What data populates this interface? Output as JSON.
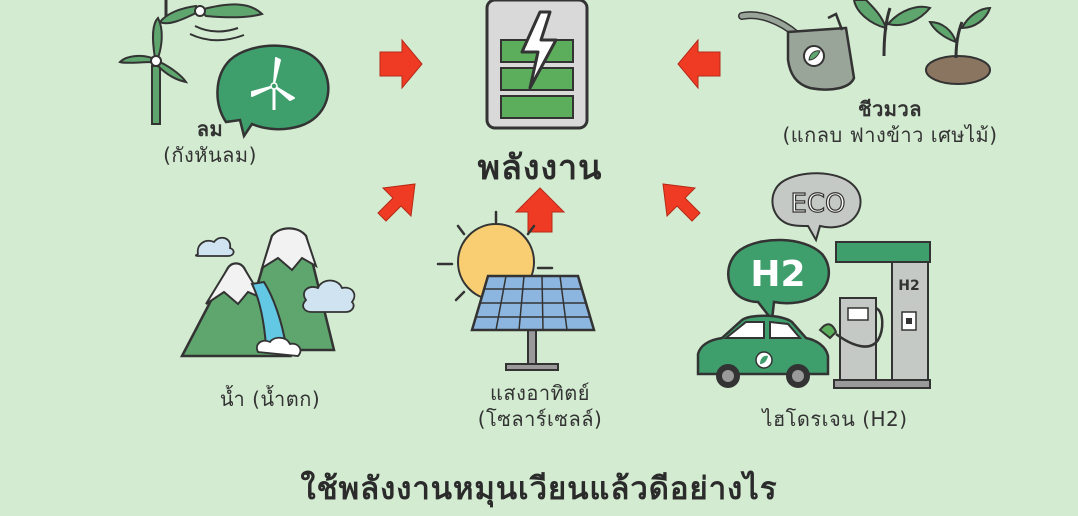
{
  "center": {
    "title": "พลังงาน"
  },
  "sources": {
    "wind": {
      "name": "ลม",
      "detail": "(กังหันลม)"
    },
    "biomass": {
      "name": "ชีวมวล",
      "detail": "(แกลบ ฟางข้าว เศษไม้)"
    },
    "water": {
      "name": "น้ำ (น้ำตก)"
    },
    "solar": {
      "name": "แสงอาทิตย์",
      "detail": "(โซลาร์เซลล์)"
    },
    "hydrogen": {
      "name": "ไฮโดรเจน (H2)"
    }
  },
  "badges": {
    "eco": "ECO",
    "h2": "H2",
    "h2_pump": "H2"
  },
  "bottom": {
    "title": "ใช้พลังงานหมุนเวียนแล้วดีอย่างไร"
  },
  "colors": {
    "background": "#d3ecd1",
    "accent_green": "#3e9e6c",
    "arrow_red": "#ef3b24",
    "battery_green": "#5cad5c"
  }
}
